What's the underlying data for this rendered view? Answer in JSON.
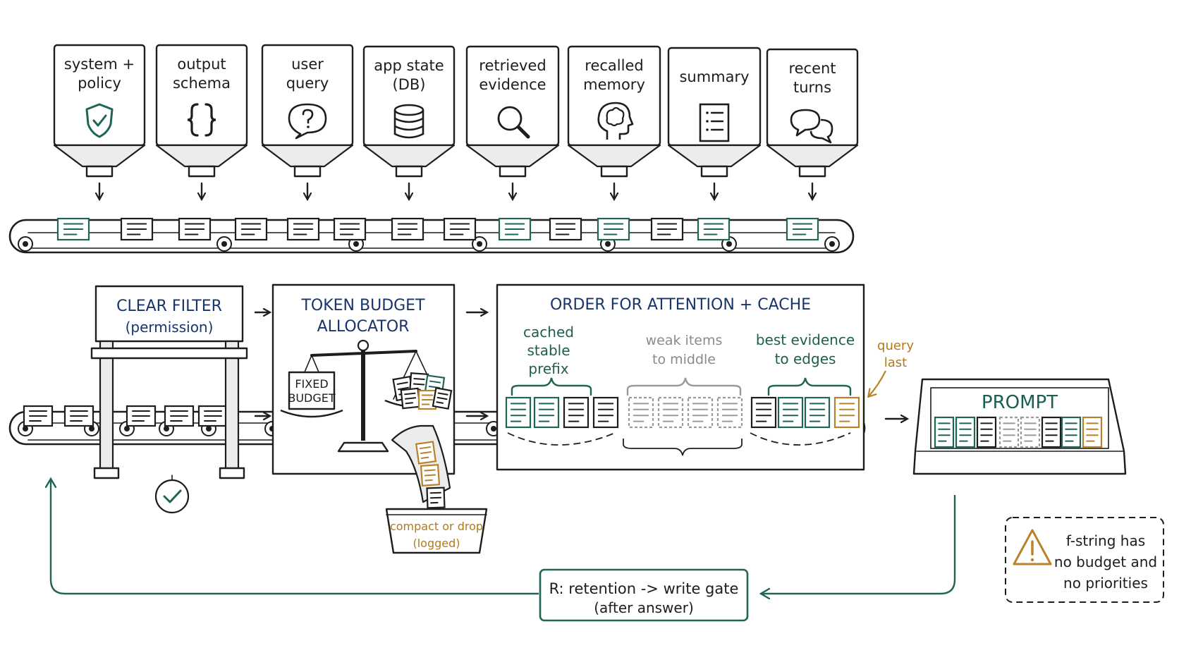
{
  "hoppers": [
    {
      "label": [
        "system +",
        "policy"
      ],
      "icon": "shield-check-icon"
    },
    {
      "label": [
        "output",
        "schema"
      ],
      "icon": "curly-braces-icon"
    },
    {
      "label": [
        "user",
        "query"
      ],
      "icon": "question-bubble-icon"
    },
    {
      "label": [
        "app state",
        "(DB)"
      ],
      "icon": "database-icon"
    },
    {
      "label": [
        "retrieved",
        "evidence"
      ],
      "icon": "magnifier-icon"
    },
    {
      "label": [
        "recalled",
        "memory"
      ],
      "icon": "brain-head-icon"
    },
    {
      "label": [
        "summary"
      ],
      "icon": "list-document-icon"
    },
    {
      "label": [
        "recent",
        "turns"
      ],
      "icon": "chat-bubbles-icon"
    }
  ],
  "filter": {
    "title": "CLEAR FILTER",
    "subtitle": "(permission)"
  },
  "budget": {
    "title": [
      "TOKEN BUDGET",
      "ALLOCATOR"
    ],
    "scale_label": [
      "FIXED",
      "BUDGET"
    ]
  },
  "drop_bin": {
    "label": [
      "compact or drop",
      "(logged)"
    ]
  },
  "order": {
    "title": "ORDER FOR ATTENTION + CACHE",
    "cached": [
      "cached",
      "stable",
      "prefix"
    ],
    "weak": [
      "weak items",
      "to middle"
    ],
    "best": [
      "best evidence",
      "to edges"
    ],
    "query_last": [
      "query",
      "last"
    ]
  },
  "prompt": {
    "label": "PROMPT"
  },
  "retention": {
    "label": [
      "R:  retention -> write gate",
      "(after answer)"
    ]
  },
  "warning": {
    "label": [
      "f-string has",
      "no budget and",
      "no priorities"
    ]
  },
  "colors": {
    "teal": "#1f6456",
    "navy": "#17356b",
    "amber": "#b7822a",
    "grey": "#9a9a9a",
    "ink": "#1d1d1d"
  }
}
